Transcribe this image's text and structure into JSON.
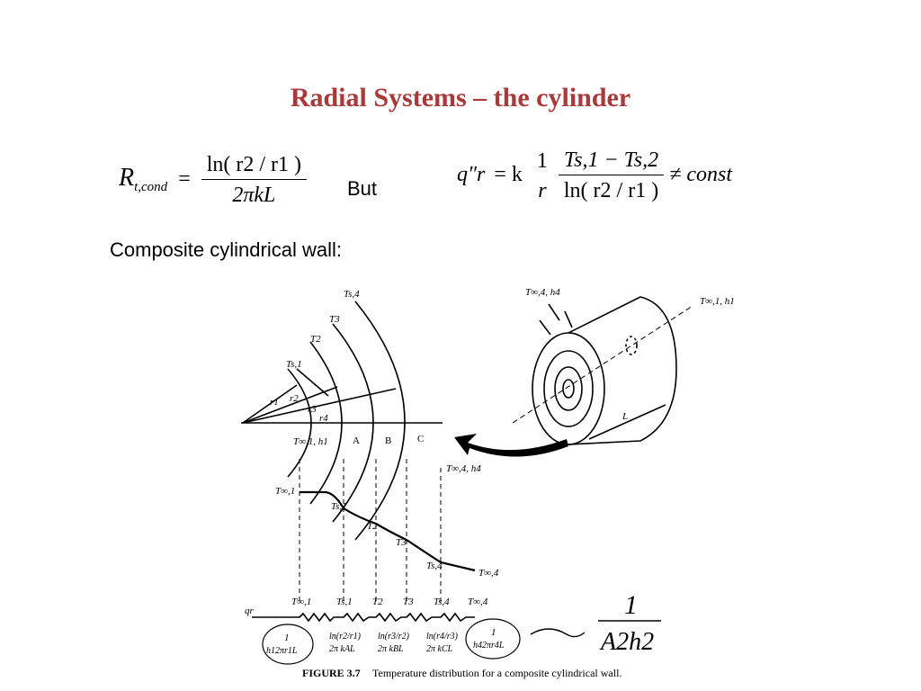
{
  "slide": {
    "title": "Radial Systems – the cylinder",
    "but_label": "But",
    "subtitle": "Composite cylindrical wall:"
  },
  "equation_left": {
    "lhs_symbol": "R",
    "lhs_subscript": "t,cond",
    "equals": "=",
    "numerator": "ln( r2 / r1 )",
    "denominator": "2πkL"
  },
  "equation_right": {
    "lhs": "q″r",
    "equals": "= k",
    "factor_num": "1",
    "factor_den": "r",
    "numerator": "Ts,1 − Ts,2",
    "denominator": "ln( r2 / r1 )",
    "relation": "≠ const"
  },
  "figure": {
    "caption_label": "FIGURE 3.7",
    "caption_text": "Temperature distribution for a composite cylindrical wall.",
    "labels_top": {
      "ts4": "Ts,4",
      "t3": "T3",
      "t2": "T2",
      "ts1": "Ts,1",
      "r1": "r1",
      "r2": "r2",
      "r3": "r3",
      "r4": "r4",
      "tinf1_h1": "T∞,1, h1",
      "A": "A",
      "B": "B",
      "C": "C",
      "tinf4_h4": "T∞,4, h4"
    },
    "cylinder_labels": {
      "tinf4_h4": "T∞,4, h4",
      "tinf1_h1": "T∞,1, h1",
      "L": "L"
    },
    "profile_labels": {
      "tinf1": "T∞,1",
      "ts1": "Ts,1",
      "t2": "T2",
      "t3": "T3",
      "ts4": "Ts,4",
      "tinf4": "T∞,4"
    },
    "circuit_nodes": [
      "T∞,1",
      "Ts,1",
      "T2",
      "T3",
      "Ts,4",
      "T∞,4"
    ],
    "heat_flow": "qr",
    "resistances": [
      {
        "num": "1",
        "den": "h12πr1L"
      },
      {
        "num": "ln(r2/r1)",
        "den": "2π kAL"
      },
      {
        "num": "ln(r3/r2)",
        "den": "2π kBL"
      },
      {
        "num": "ln(r4/r3)",
        "den": "2π kCL"
      },
      {
        "num": "1",
        "den": "h42πr4L"
      }
    ],
    "handwritten": {
      "num": "1",
      "den": "A2h2"
    }
  }
}
